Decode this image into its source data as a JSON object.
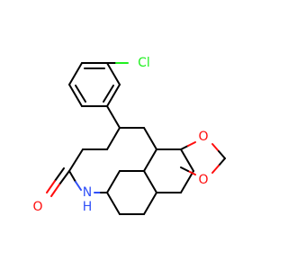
{
  "atoms": {
    "chlorine": {
      "label": "Cl",
      "color": "#1ff01f"
    },
    "ketone_oxygen": {
      "label": "O",
      "color": "#ff0d0d"
    },
    "ring_oxygen_top": {
      "label": "O",
      "color": "#ff0d0d"
    },
    "ring_oxygen_bottom": {
      "label": "O",
      "color": "#ff0d0d"
    },
    "amide_nitrogen": {
      "label": "N",
      "color": "#3050f8"
    },
    "amide_hydrogen": {
      "label": "H",
      "color": "#3050f8"
    }
  }
}
